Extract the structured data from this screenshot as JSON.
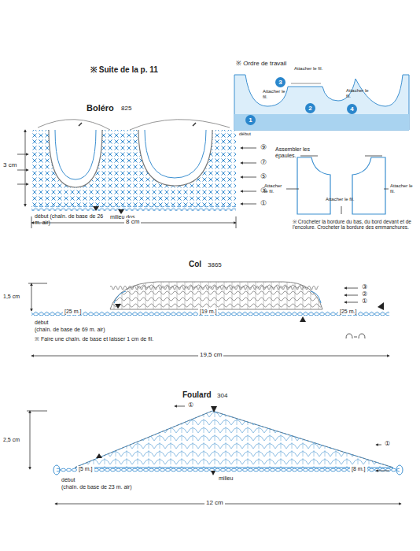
{
  "diagram": {
    "nodes": [
      {
        "text": [
          "3"
        ]
      },
      {
        "text": [
          "2"
        ]
      },
      {
        "text": [
          "4"
        ]
      },
      {
        "text": [
          "1"
        ]
      }
    ],
    "labels": [
      "※ Suite de la p. 11",
      "Boléro",
      "825",
      "3 cm",
      "⑨",
      "⑦",
      "⑤",
      "③",
      "①",
      "début (chaîn. de base de 26 m. air)",
      "milieu dos",
      "8 cm",
      "※ Ordre de travail",
      "Attacher le fil.",
      "Attacher le fil.",
      "Attacher le fil.",
      "début",
      "Assembler les épaules.",
      "Attacher le fil.",
      "Attacher le fil.",
      "Attacher le fil.",
      "※ Crocheter la bordure du bas, du bord devant et de l'encolure. Crocheter la bordure des emmanchures.",
      "Col",
      "3865",
      "1,5 cm",
      "③",
      "②",
      "①",
      "[25 m.]",
      "[19 m.]",
      "[25 m.]",
      "début",
      "(chaîn. de base de 69 m. air)",
      "※ Faire une chaîn. de base et laisser 1 cm de fil.",
      "19,5 cm",
      "Foulard",
      "304",
      "①",
      "①",
      "2,5 cm",
      "[5 m.]",
      "[8 m.]",
      "début",
      "(chaîn. de base de 23 m. air)",
      "milieu",
      "12 cm"
    ]
  }
}
